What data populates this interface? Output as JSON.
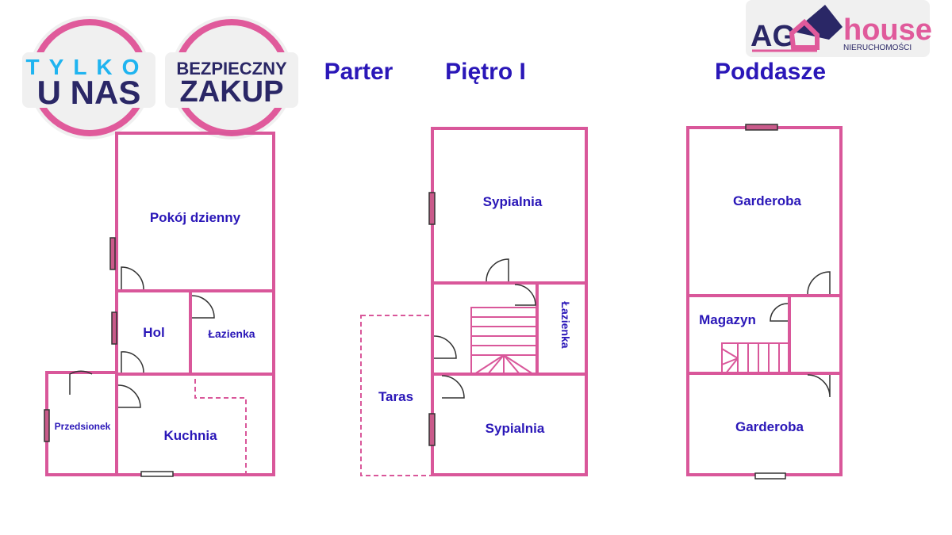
{
  "floors": [
    {
      "title": "Parter",
      "rooms": [
        "Pokój dzienny",
        "Hol",
        "Łazienka",
        "Przedsionek",
        "Kuchnia"
      ]
    },
    {
      "title": "Piętro I",
      "rooms": [
        "Sypialnia",
        "Łazienka",
        "Taras",
        "Sypialnia"
      ]
    },
    {
      "title": "Poddasze",
      "rooms": [
        "Garderoba",
        "Magazyn",
        "Garderoba"
      ]
    }
  ],
  "badges": [
    {
      "top": "TYLKO",
      "bottom": "U NAS"
    },
    {
      "top": "BEZPIECZNY",
      "bottom": "ZAKUP"
    }
  ],
  "logo": {
    "ag": "AG",
    "house": "house",
    "sub": "NIERUCHOMOŚCI"
  },
  "colors": {
    "wall": "#d9579a",
    "label": "#2a17b8",
    "navy": "#2a2766",
    "cyan": "#1fb4f0"
  }
}
